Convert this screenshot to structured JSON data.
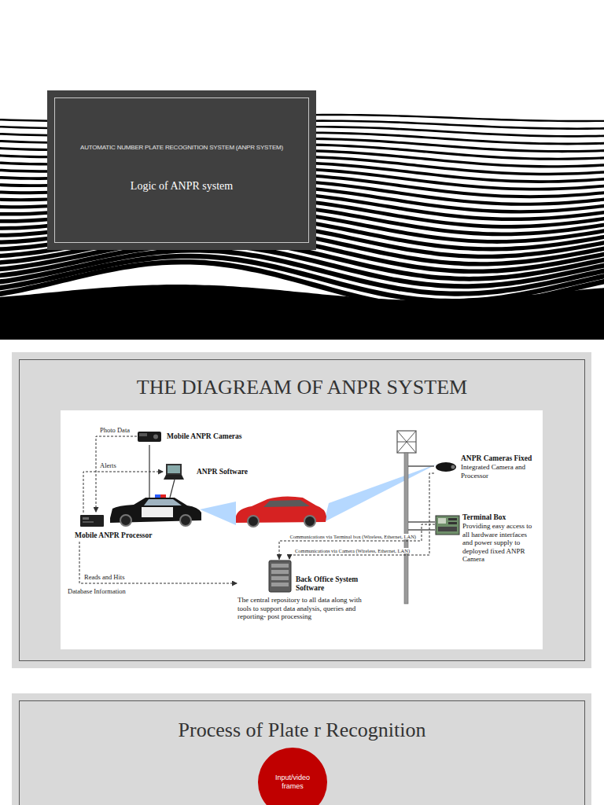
{
  "diagram": {
    "nodes": [
      {
        "text": [
          "AUTOMATIC NUMBER PLATE RECOGNITION SYSTEM (ANPR SYSTEM)",
          "Logic of ANPR system"
        ]
      },
      {
        "text": [
          "THE DIAGREAM OF ANPR SYSTEM"
        ]
      },
      {
        "text": [
          "Mobile ANPR Cameras"
        ],
        "in": 1
      },
      {
        "text": [
          "ANPR Software"
        ],
        "in": 1
      },
      {
        "text": [
          "Mobile ANPR Processor"
        ],
        "in": 1
      },
      {
        "text": [
          "ANPR Cameras Fixed",
          "Integrated Camera and Processor"
        ],
        "in": 1
      },
      {
        "text": [
          "Terminal Box",
          "Providing easy access to all hardware interfaces and power supply to deployed fixed ANPR Camera"
        ],
        "in": 1
      },
      {
        "text": [
          "Back Office System Software",
          "The central repository to all data along with tools to support data analysis, queries and reporting- post processing"
        ],
        "in": 1
      },
      {
        "text": [
          "Process of Plate r Recognition"
        ]
      },
      {
        "text": [
          "Input/video frames"
        ],
        "in": 8
      }
    ],
    "edges": [
      {
        "from": 2,
        "to": 4,
        "label": "Photo Data",
        "arrow": "to"
      },
      {
        "from": 4,
        "to": 3,
        "label": "Alerts",
        "arrow": "to"
      },
      {
        "from": 4,
        "to": 7,
        "label": "Reads and Hits",
        "arrow": "to"
      },
      {
        "from": 6,
        "to": 7,
        "label": "Communications via Terminal box (Wireless, Ethernet, LAN)",
        "arrow": "to"
      },
      {
        "from": 5,
        "to": 7,
        "label": "Communications via Camera (Wireless, Ethernet, LAN)",
        "arrow": "to"
      }
    ],
    "labels": [
      "Database Information"
    ]
  }
}
